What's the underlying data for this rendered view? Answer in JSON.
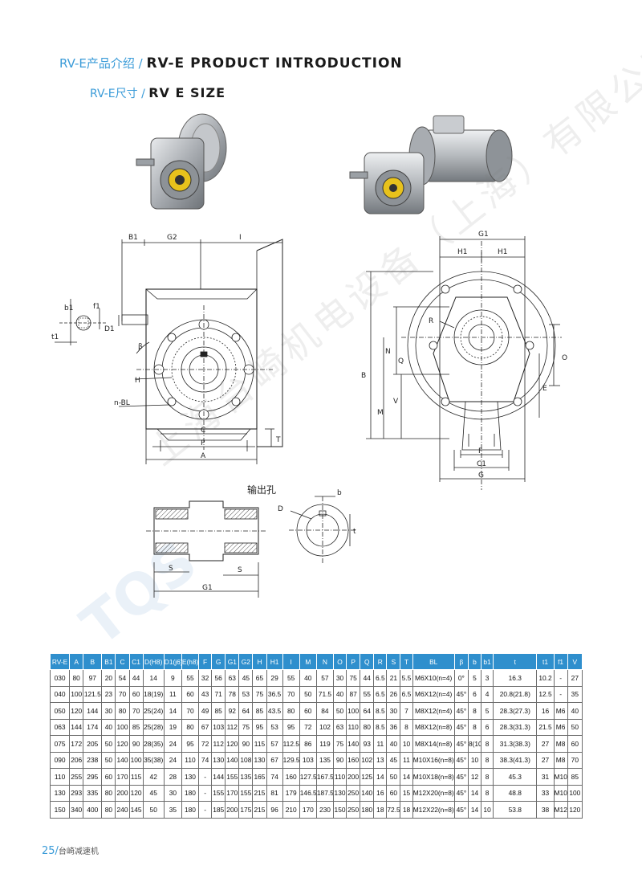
{
  "header": {
    "title_cn": "RV-E产品介绍 / ",
    "title_en": "RV-E PRODUCT INTRODUCTION",
    "subtitle_cn": "RV-E尺寸 / ",
    "subtitle_en": "RV E SIZE"
  },
  "watermark": {
    "text": "上海台崎机电设备（上海）有限公司",
    "logo": "TQS"
  },
  "drawing_labels": {
    "B1": "B1",
    "G2": "G2",
    "I": "I",
    "b1": "b1",
    "f1": "f1",
    "D1": "D1",
    "t1": "t1",
    "beta": "β",
    "H": "H",
    "nBL": "n-BL",
    "C": "C",
    "P": "P",
    "A": "A",
    "T": "T",
    "G1": "G1",
    "H1": "H1",
    "R": "R",
    "N": "N",
    "Q": "Q",
    "B": "B",
    "O": "O",
    "M": "M",
    "V": "V",
    "E": "E",
    "F": "F",
    "C1": "C1",
    "G": "G",
    "output_hole": "输出孔",
    "D": "D",
    "b": "b",
    "t": "t",
    "S": "S"
  },
  "table": {
    "headers": [
      "RV-E",
      "A",
      "B",
      "B1",
      "C",
      "C1",
      "D(H8)",
      "D1(j6)",
      "E(h8)",
      "F",
      "G",
      "G1",
      "G2",
      "H",
      "H1",
      "I",
      "M",
      "N",
      "O",
      "P",
      "Q",
      "R",
      "S",
      "T",
      "BL",
      "β",
      "b",
      "b1",
      "t",
      "t1",
      "f1",
      "V"
    ],
    "rows": [
      [
        "030",
        "80",
        "97",
        "20",
        "54",
        "44",
        "14",
        "9",
        "55",
        "32",
        "56",
        "63",
        "45",
        "65",
        "29",
        "55",
        "40",
        "57",
        "30",
        "75",
        "44",
        "6.5",
        "21",
        "5.5",
        "M6X10(n=4)",
        "0°",
        "5",
        "3",
        "16.3",
        "10.2",
        "-",
        "27"
      ],
      [
        "040",
        "100",
        "121.5",
        "23",
        "70",
        "60",
        "18(19)",
        "11",
        "60",
        "43",
        "71",
        "78",
        "53",
        "75",
        "36.5",
        "70",
        "50",
        "71.5",
        "40",
        "87",
        "55",
        "6.5",
        "26",
        "6.5",
        "M6X12(n=4)",
        "45°",
        "6",
        "4",
        "20.8(21.8)",
        "12.5",
        "-",
        "35"
      ],
      [
        "050",
        "120",
        "144",
        "30",
        "80",
        "70",
        "25(24)",
        "14",
        "70",
        "49",
        "85",
        "92",
        "64",
        "85",
        "43.5",
        "80",
        "60",
        "84",
        "50",
        "100",
        "64",
        "8.5",
        "30",
        "7",
        "M8X12(n=4)",
        "45°",
        "8",
        "5",
        "28.3(27.3)",
        "16",
        "M6",
        "40"
      ],
      [
        "063",
        "144",
        "174",
        "40",
        "100",
        "85",
        "25(28)",
        "19",
        "80",
        "67",
        "103",
        "112",
        "75",
        "95",
        "53",
        "95",
        "72",
        "102",
        "63",
        "110",
        "80",
        "8.5",
        "36",
        "8",
        "M8X12(n=8)",
        "45°",
        "8",
        "6",
        "28.3(31.3)",
        "21.5",
        "M6",
        "50"
      ],
      [
        "075",
        "172",
        "205",
        "50",
        "120",
        "90",
        "28(35)",
        "24",
        "95",
        "72",
        "112",
        "120",
        "90",
        "115",
        "57",
        "112.5",
        "86",
        "119",
        "75",
        "140",
        "93",
        "11",
        "40",
        "10",
        "M8X14(n=8)",
        "45°",
        "8(10)",
        "8",
        "31.3(38.3)",
        "27",
        "M8",
        "60"
      ],
      [
        "090",
        "206",
        "238",
        "50",
        "140",
        "100",
        "35(38)",
        "24",
        "110",
        "74",
        "130",
        "140",
        "108",
        "130",
        "67",
        "129.5",
        "103",
        "135",
        "90",
        "160",
        "102",
        "13",
        "45",
        "11",
        "M10X16(n=8)",
        "45°",
        "10",
        "8",
        "38.3(41.3)",
        "27",
        "M8",
        "70"
      ],
      [
        "110",
        "255",
        "295",
        "60",
        "170",
        "115",
        "42",
        "28",
        "130",
        "-",
        "144",
        "155",
        "135",
        "165",
        "74",
        "160",
        "127.5",
        "167.5",
        "110",
        "200",
        "125",
        "14",
        "50",
        "14",
        "M10X18(n=8)",
        "45°",
        "12",
        "8",
        "45.3",
        "31",
        "M10",
        "85"
      ],
      [
        "130",
        "293",
        "335",
        "80",
        "200",
        "120",
        "45",
        "30",
        "180",
        "-",
        "155",
        "170",
        "155",
        "215",
        "81",
        "179",
        "146.5",
        "187.5",
        "130",
        "250",
        "140",
        "16",
        "60",
        "15",
        "M12X20(n=8)",
        "45°",
        "14",
        "8",
        "48.8",
        "33",
        "M10",
        "100"
      ],
      [
        "150",
        "340",
        "400",
        "80",
        "240",
        "145",
        "50",
        "35",
        "180",
        "-",
        "185",
        "200",
        "175",
        "215",
        "96",
        "210",
        "170",
        "230",
        "150",
        "250",
        "180",
        "18",
        "72.5",
        "18",
        "M12X22(n=8)",
        "45°",
        "14",
        "10",
        "53.8",
        "38",
        "M12",
        "120"
      ]
    ]
  },
  "footer": {
    "page_number": "25/",
    "caption": "台崎减速机"
  }
}
